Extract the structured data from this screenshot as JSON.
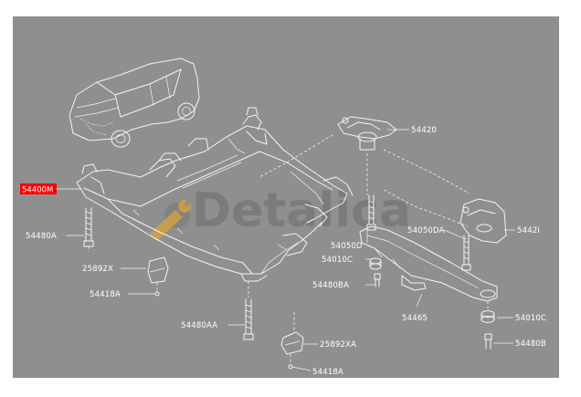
{
  "watermark": {
    "text": "Detalica"
  },
  "highlight": {
    "color": "#ff0000"
  },
  "parts": [
    {
      "code": "54400M",
      "highlighted": true
    },
    {
      "code": "54480A"
    },
    {
      "code": "25892X"
    },
    {
      "code": "54418A"
    },
    {
      "code": "54480AA"
    },
    {
      "code": "25892XA"
    },
    {
      "code": "54418A"
    },
    {
      "code": "54420"
    },
    {
      "code": "54050D"
    },
    {
      "code": "54010C"
    },
    {
      "code": "54480BA"
    },
    {
      "code": "54050DA"
    },
    {
      "code": "5442i"
    },
    {
      "code": "54465"
    },
    {
      "code": "54010C"
    },
    {
      "code": "54480B"
    }
  ]
}
